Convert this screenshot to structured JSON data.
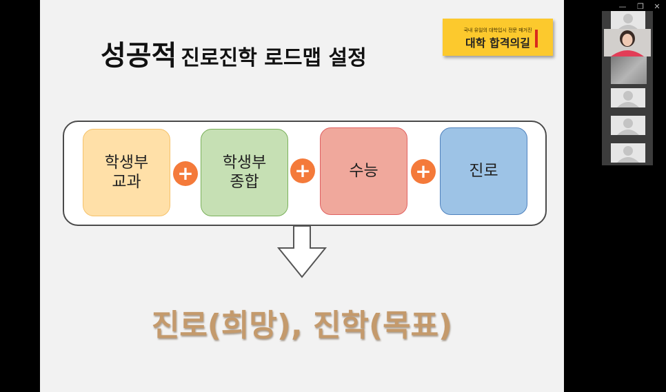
{
  "slide": {
    "title": {
      "big": "성공적",
      "small": "진로진학 로드맵 설정"
    },
    "logo": {
      "subtitle": "국내 유일의 대학입시 전문 매거진",
      "name": "대학 합격의길"
    },
    "cards": [
      {
        "label": "학생부\n교과",
        "color": "#ffe0a8"
      },
      {
        "label": "학생부\n종합",
        "color": "#c6e0b4"
      },
      {
        "label": "수능",
        "color": "#f0a89c"
      },
      {
        "label": "진로",
        "color": "#9dc3e6"
      }
    ],
    "plus_symbol": "+",
    "result": "진로(희망), 진학(목표)"
  },
  "window_controls": {
    "minimize": "—",
    "restore": "❐",
    "close": "✕"
  },
  "participants_icon": "person-silhouette-icon"
}
